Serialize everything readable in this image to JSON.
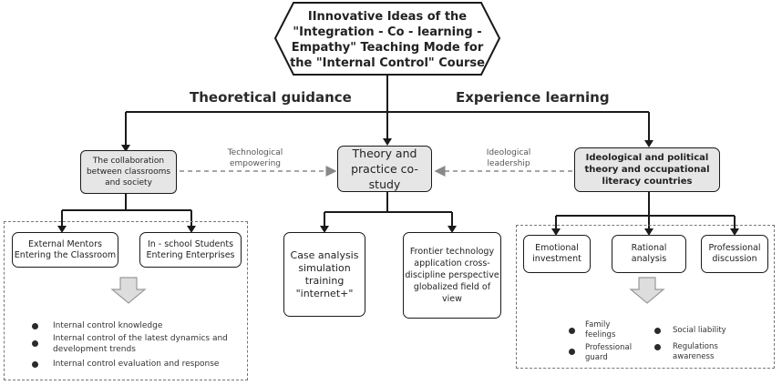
{
  "title": "IInnovative Ideas of the \"Integration - Co - learning - Empathy\" Teaching Mode for the \"Internal Control\" Course",
  "branches": {
    "left": "Theoretical guidance",
    "right": "Experience learning"
  },
  "level2": {
    "left": "The collaboration between classrooms and society",
    "center": "Theory and practice co-study",
    "right": "Ideological and political theory and occupational literacy countries"
  },
  "connectors": {
    "left": "Technological empowering",
    "right": "Ideological leadership"
  },
  "left_group": {
    "boxes": [
      "External Mentors Entering the Classroom",
      "In - school Students Entering Enterprises"
    ],
    "bullets": [
      "Internal control knowledge",
      "Internal control of the latest dynamics and development trends",
      "Internal control evaluation and response"
    ]
  },
  "center_group": {
    "boxes": [
      "Case analysis simulation training \"internet+\"",
      "Frontier technology application cross-discipline perspective globalized field of view"
    ]
  },
  "right_group": {
    "boxes": [
      "Emotional investment",
      "Rational analysis",
      "Professional discussion"
    ],
    "bullets": [
      "Family feelings",
      "Professional guard",
      "Social liability",
      "Regulations awareness"
    ]
  }
}
